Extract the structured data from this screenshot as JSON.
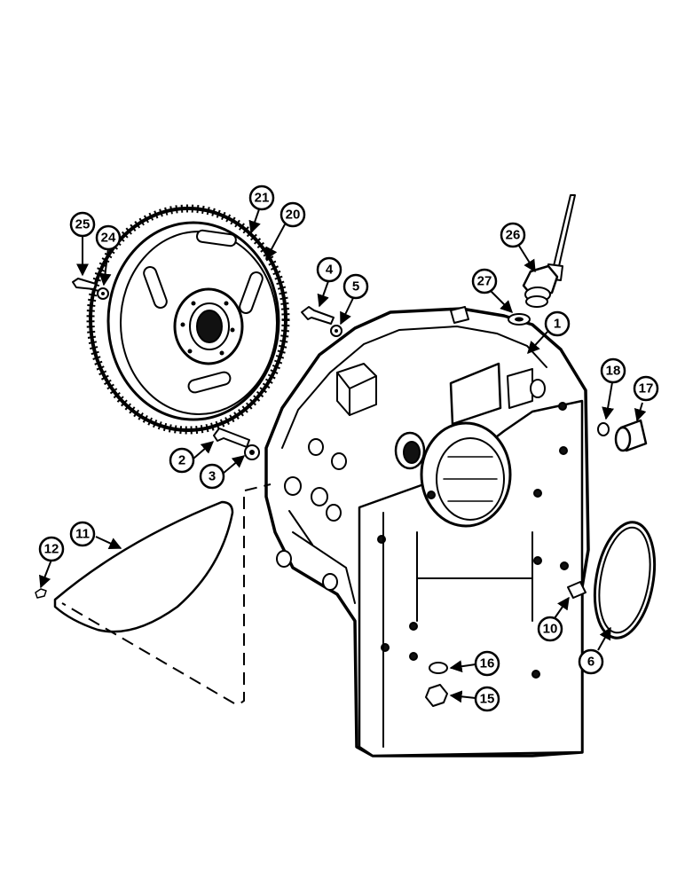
{
  "diagram": {
    "callouts": [
      {
        "id": "c1",
        "label": "1"
      },
      {
        "id": "c2",
        "label": "2"
      },
      {
        "id": "c3",
        "label": "3"
      },
      {
        "id": "c4",
        "label": "4"
      },
      {
        "id": "c5",
        "label": "5"
      },
      {
        "id": "c6",
        "label": "6"
      },
      {
        "id": "c10",
        "label": "10"
      },
      {
        "id": "c11",
        "label": "11"
      },
      {
        "id": "c12",
        "label": "12"
      },
      {
        "id": "c15",
        "label": "15"
      },
      {
        "id": "c16",
        "label": "16"
      },
      {
        "id": "c17",
        "label": "17"
      },
      {
        "id": "c18",
        "label": "18"
      },
      {
        "id": "c20",
        "label": "20"
      },
      {
        "id": "c21",
        "label": "21"
      },
      {
        "id": "c24",
        "label": "24"
      },
      {
        "id": "c25",
        "label": "25"
      },
      {
        "id": "c26",
        "label": "26"
      },
      {
        "id": "c27",
        "label": "27"
      }
    ]
  }
}
